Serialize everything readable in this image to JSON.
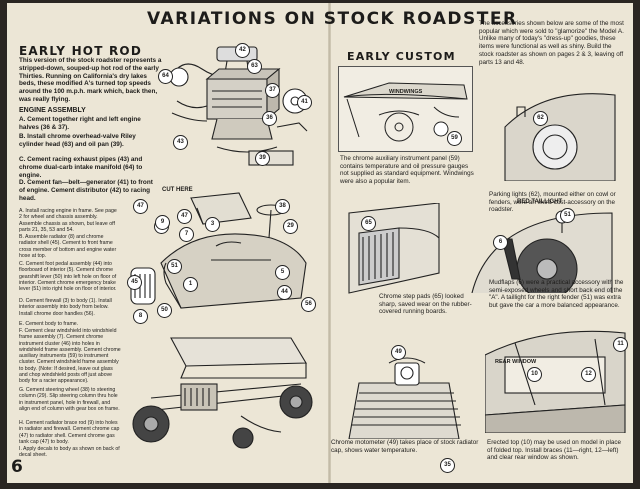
{
  "page_title": "VARIATIONS ON STOCK ROADSTER",
  "page_number": "6",
  "left": {
    "heading": "EARLY HOT ROD",
    "intro": "This version of the stock roadster represents a stripped-down, souped-up hot rod of the early Thirties. Running on California's dry lakes beds, these modified A's turned top speeds around the 100 m.p.h. mark which, back then, was really flying.",
    "engine_heading": "ENGINE ASSEMBLY",
    "engine_steps": [
      "A. Cement together right and left engine halves (36 & 37).",
      "B. Install chrome overhead-valve Riley cylinder head (63) and oil pan (39).",
      "C. Cement racing exhaust pipes (43) and chrome dual-carb intake manifold (64) to engine.",
      "D. Cement fan—belt—generator (41) to front of engine. Cement distributor (42) to racing head."
    ],
    "assembly_steps": [
      "A. Install racing engine in frame. See page 2 for wheel and chassis assembly. Assemble chassis as shown, but leave off parts 21, 35, 53 and 54.",
      "B. Assemble radiator (8) and chrome radiator shell (45). Cement to front frame cross member of bottom and engine water hose at top.",
      "C. Cement foot pedal assembly (44) into floorboard of interior (5). Cement chrome gearshift lever (50) into left hole on floor of interior. Cement chrome emergency brake lever (51) into right hole on floor of interior.",
      "D. Cement firewall (3) to body (1). Install interior assembly into body from below. Install chrome door handles (56).",
      "E. Cement body to frame.",
      "F. Cement clear windshield into windshield frame assembly (7). Cement chrome instrument cluster (46) into holes in windshield frame assembly. Cement chrome auxiliary instruments (59) to instrument cluster. Cement windshield frame assembly to body. (Note: If desired, leave out glass and chop windshield posts off just above body for a racier appearance).",
      "G. Cement steering wheel (38) to steering column (29). Slip steering column thru hole in instrument panel, hole in firewall, and align end of column with gear box on frame.",
      "H. Cement radiator brace rod (9) into holes in radiator and firewall. Cement chrome cap (47) to radiator shell. Cement chrome gas tank cap (47) to body.",
      "I. Apply decals to body as shown on back of decal sheet."
    ],
    "cut_here": "CUT HERE"
  },
  "right": {
    "heading": "EARLY CUSTOM",
    "intro": "The accessories shown below are some of the most popular which were sold to \"glamorize\" the Model A. Unlike many of today's \"dress-up\" goodies, these items were functional as well as shiny. Build the stock roadster as shown on pages 2 & 3, leaving off parts 13 and 48.",
    "windwings_label": "WINDWINGS",
    "windwings_caption": "The chrome auxiliary instrument panel (59) contains temperature and oil pressure gauges not supplied as standard equipment. Windwings were also a popular item.",
    "parking_caption": "Parking lights (62), mounted either on cowl or fenders, were an extra-cost-accessory on the roadster.",
    "step_pads_caption": "Chrome step pads (65) looked sharp, saved wear on the rubber-covered running boards.",
    "red_taillight_label": "RED TAILLIGHT",
    "mudflaps_caption": "Mudflaps (6) were a practical accessory with the semi-exposed wheels and short back end of the \"A\". A taillight for the right fender (51) was extra but gave the car a more balanced appearance.",
    "motometer_caption": "Chrome motometer (49) takes place of stock radiator cap, shows water temperature.",
    "rear_window_label": "REAR WINDOW",
    "rear_window_caption": "Erected top (10) may be used on model in place of folded top. Install braces (11—right, 12—left) and clear rear window as shown."
  },
  "callouts": {
    "engine": [
      "42",
      "63",
      "64",
      "37",
      "36",
      "41",
      "43",
      "39"
    ],
    "assembly": [
      "47",
      "38",
      "29",
      "47",
      "3",
      "7",
      "46",
      "45",
      "5",
      "51",
      "50",
      "1",
      "44",
      "8",
      "9",
      "56"
    ],
    "custom": [
      "62",
      "59",
      "65",
      "51",
      "6",
      "49",
      "10",
      "12",
      "11",
      "35"
    ]
  }
}
